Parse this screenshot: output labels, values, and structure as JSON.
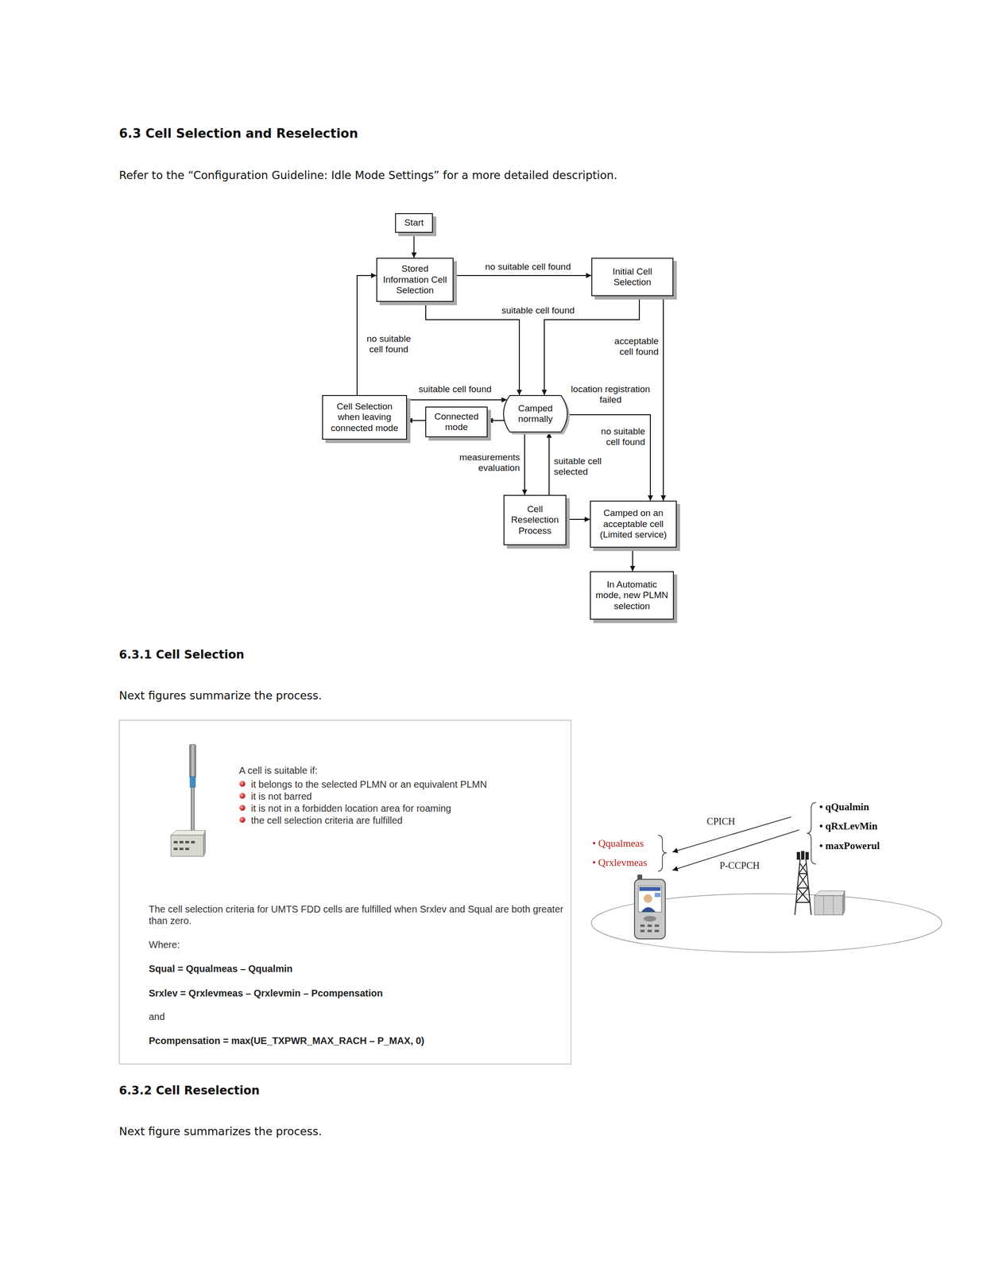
{
  "diagram": {
    "title": "6.3 Cell Selection and Reselection",
    "nodes": [
      {
        "text": [
          "Start"
        ]
      },
      {
        "text": [
          "Stored Information Cell Selection"
        ]
      },
      {
        "text": [
          "Initial Cell Selection"
        ]
      },
      {
        "text": [
          "Camped normally"
        ]
      },
      {
        "text": [
          "Connected mode"
        ]
      },
      {
        "text": [
          "Cell Selection when leaving connected mode"
        ]
      },
      {
        "text": [
          "Cell Reselection Process"
        ]
      },
      {
        "text": [
          "Camped on an acceptable cell (Limited service)"
        ]
      },
      {
        "text": [
          "In Automatic mode, new PLMN selection"
        ]
      },
      {
        "text": [
          "A cell is suitable if:",
          "it belongs to the selected PLMN or an equivalent PLMN",
          "it is not barred",
          "it is not in a forbidden location area for roaming",
          "the cell selection criteria are fulfilled",
          "The cell selection criteria for UMTS FDD cells are fulfilled when Srxlev and Squal are both greater than zero.",
          "Where:",
          "Squal = Qqualmeas – Qqualmin",
          "Srxlev = Qrxlevmeas – Qrxlevmin – Pcompensation",
          "and",
          "Pcompensation = max(UE_TXPWR_MAX_RACH – P_MAX, 0)"
        ]
      }
    ],
    "edges": [
      {
        "from": 0,
        "to": 1,
        "arrow": "to"
      },
      {
        "from": 1,
        "to": 2,
        "label": "no suitable cell found",
        "arrow": "to"
      },
      {
        "from": 1,
        "to": 3,
        "arrow": "to"
      },
      {
        "from": 2,
        "to": 3,
        "label": "suitable cell found",
        "arrow": "to"
      },
      {
        "from": 2,
        "to": 7,
        "label": "acceptable cell found",
        "arrow": "to"
      },
      {
        "from": 3,
        "to": 7,
        "label": "location registration failed",
        "arrow": "to"
      },
      {
        "from": 3,
        "to": 4,
        "arrow": "to"
      },
      {
        "from": 4,
        "to": 5,
        "arrow": "to"
      },
      {
        "from": 5,
        "to": 3,
        "label": "suitable cell found",
        "arrow": "to"
      },
      {
        "from": 5,
        "to": 1,
        "label": "no suitable cell found",
        "arrow": "to"
      },
      {
        "from": 3,
        "to": 6,
        "label": "measurements evaluation",
        "arrow": "to"
      },
      {
        "from": 6,
        "to": 3,
        "label": "suitable cell selected",
        "arrow": "to"
      },
      {
        "from": 6,
        "to": 7,
        "arrow": "to"
      },
      {
        "from": 7,
        "to": 8,
        "arrow": "to"
      }
    ],
    "labels": [
      "Refer to the “Configuration Guideline: Idle Mode Settings” for a more detailed description.",
      "no suitable cell found",
      "6.3.1 Cell Selection",
      "Next figures summarize the process.",
      "• qQualmin",
      "• qRxLevMin",
      "• maxPowerul",
      "CPICH",
      "• Qqualmeas",
      "• Qrxlevmeas",
      "P-CCPCH",
      "6.3.2 Cell Reselection",
      "Next figure summarizes the process."
    ]
  }
}
